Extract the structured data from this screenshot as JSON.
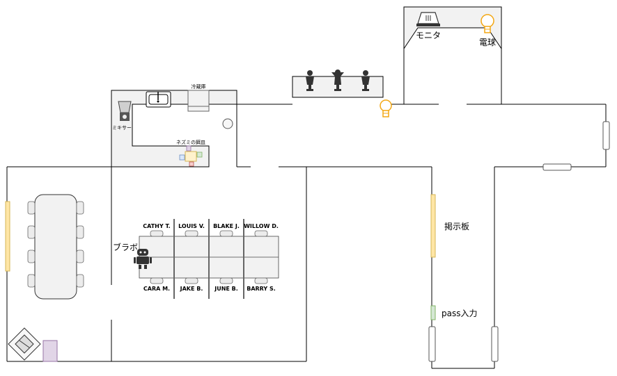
{
  "labels": {
    "mixer": "ミキサー",
    "fridge": "冷蔵庫",
    "mouse_plate": "ネズミの餌皿",
    "monitor": "モニタ",
    "bulb": "電球",
    "robot": "ブラボ",
    "board": "掲示板",
    "pass": "pass入力"
  },
  "seats_top": [
    "CATHY T.",
    "LOUIS V.",
    "BLAKE J.",
    "WILLOW D."
  ],
  "seats_bottom": [
    "CARA M.",
    "JAKE B.",
    "JUNE B.",
    "BARRY S."
  ],
  "colors": {
    "board": "#ffe6a6",
    "board_border": "#d6b656",
    "pass": "#d5e8d4",
    "pass_border": "#82b366",
    "bulb": "#f3a712",
    "purple_box": "#e1d5e7",
    "purple_border": "#9673a6"
  },
  "icons": [
    "blender-icon",
    "sink-icon",
    "fridge-icon",
    "stove-icon",
    "bowl-icon",
    "monitor-icon",
    "lightbulb-icon",
    "statue-icon",
    "robot-icon",
    "printer-icon"
  ]
}
